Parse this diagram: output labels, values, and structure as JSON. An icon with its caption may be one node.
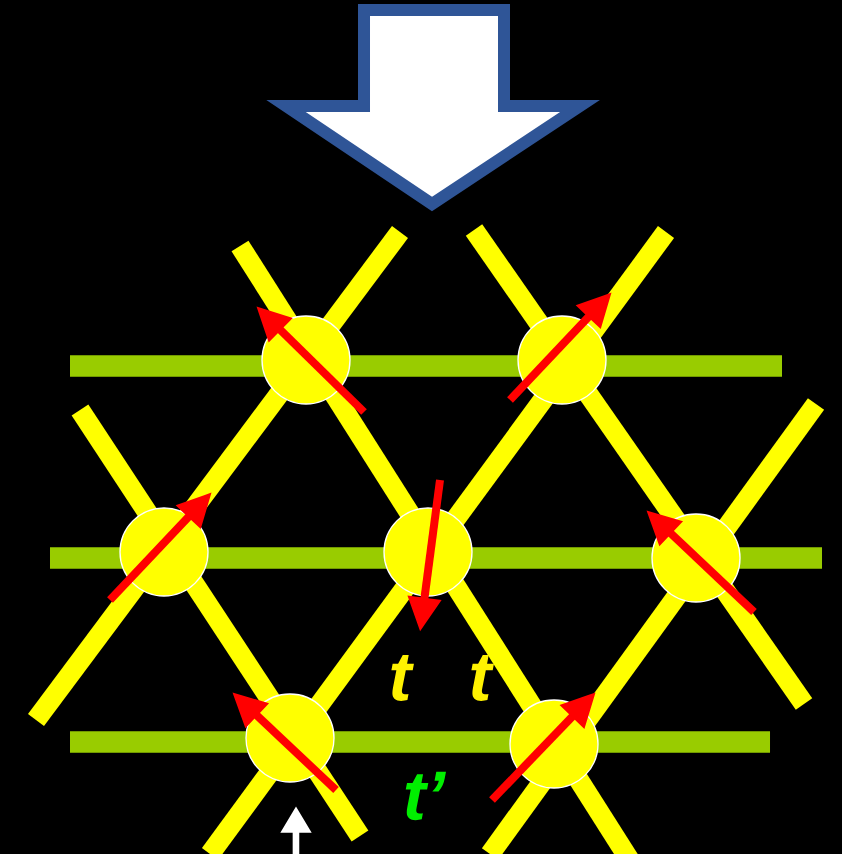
{
  "diagram": {
    "labels": [
      "t",
      "t",
      "t’"
    ]
  }
}
